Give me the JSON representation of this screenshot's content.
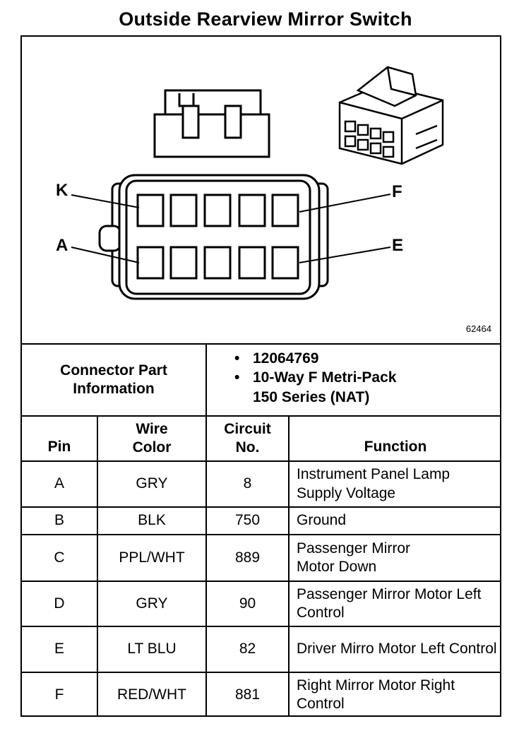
{
  "title": "Outside Rearview Mirror Switch",
  "figure_id": "62464",
  "pin_labels": {
    "top_left": "K",
    "top_right": "F",
    "bottom_left": "A",
    "bottom_right": "E"
  },
  "connector_info": {
    "label": "Connector Part Information",
    "items": [
      "12064769",
      "10-Way F Metri-Pack",
      "150 Series (NAT)"
    ]
  },
  "table": {
    "headers": {
      "pin": "Pin",
      "wire_color": "Wire Color",
      "circuit": "Circuit No.",
      "function": "Function"
    },
    "rows": [
      {
        "pin": "A",
        "wire": "GRY",
        "circuit": "8",
        "function": "Instrument Panel Lamp Supply Voltage"
      },
      {
        "pin": "B",
        "wire": "BLK",
        "circuit": "750",
        "function": "Ground"
      },
      {
        "pin": "C",
        "wire": "PPL/WHT",
        "circuit": "889",
        "function": "Passenger Mirror Motor Down"
      },
      {
        "pin": "D",
        "wire": "GRY",
        "circuit": "90",
        "function": "Passenger Mirror Motor Left Control"
      },
      {
        "pin": "E",
        "wire": "LT BLU",
        "circuit": "82",
        "function": "Driver Mirro Motor Left Control"
      },
      {
        "pin": "F",
        "wire": "RED/WHT",
        "circuit": "881",
        "function": "Right Mirror Motor Right Control"
      }
    ]
  }
}
